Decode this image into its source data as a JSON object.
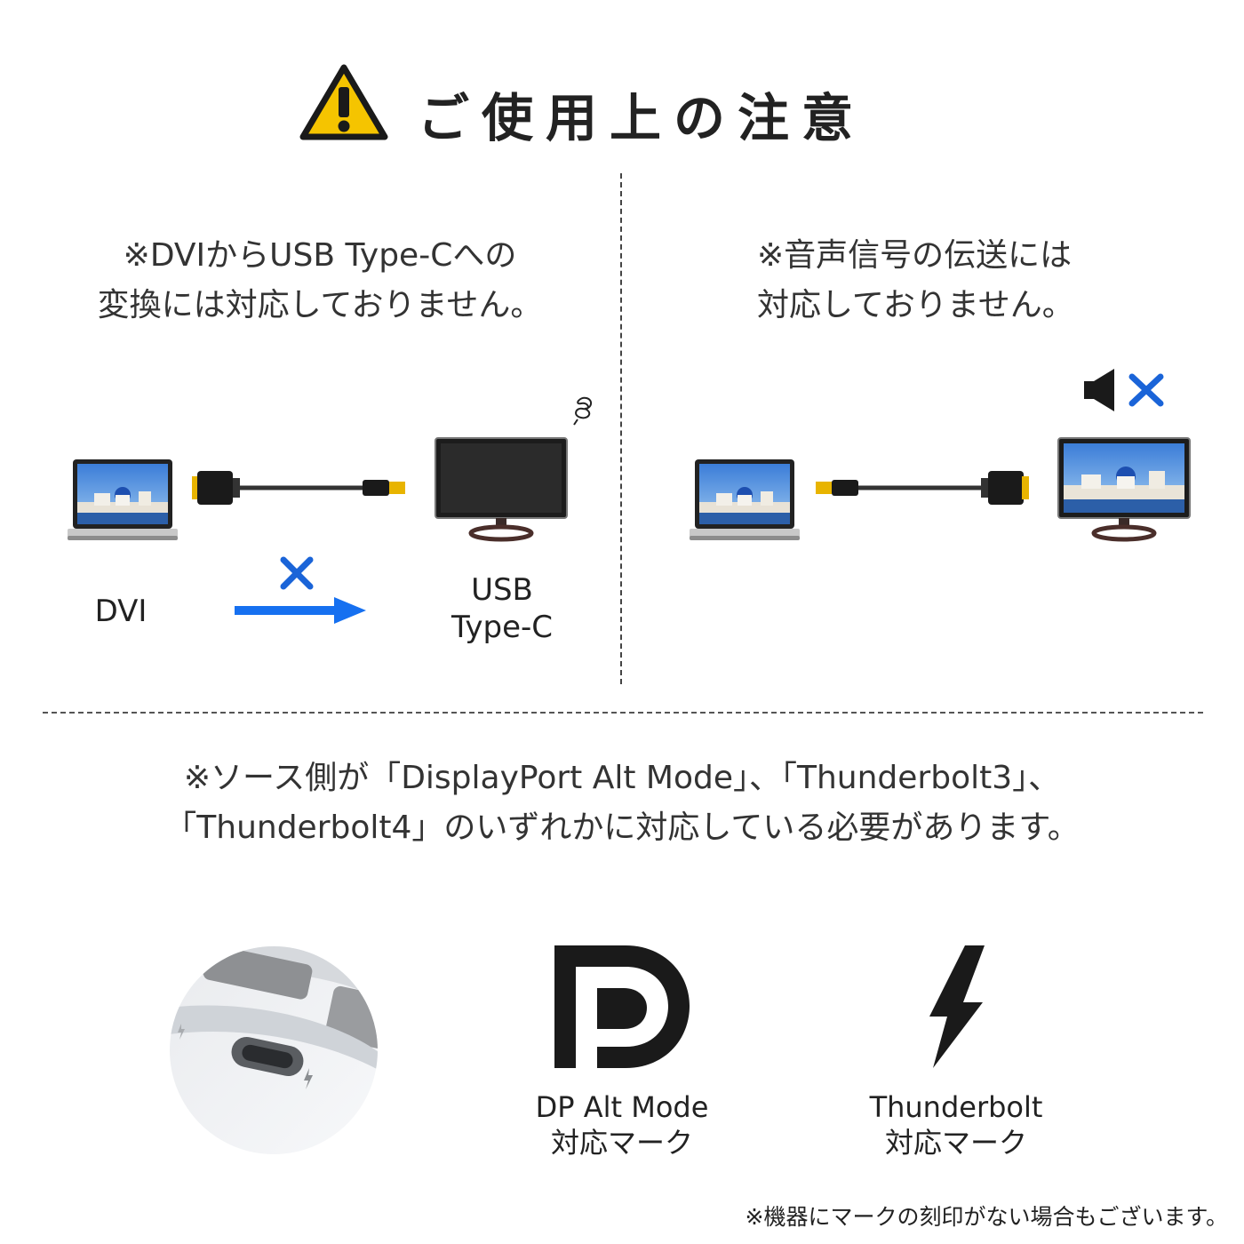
{
  "header": {
    "title": "ご使用上の注意"
  },
  "left_panel": {
    "note_line1": "※DVIからUSB Type-Cへの",
    "note_line2": "変換には対応しておりません。",
    "source_label": "DVI",
    "target_label_line1": "USB",
    "target_label_line2": "Type-C"
  },
  "right_panel": {
    "note_line1": "※音声信号の伝送には",
    "note_line2": "対応しておりません。"
  },
  "requirement": {
    "line1": "※ソース側が「DisplayPort Alt Mode」、「Thunderbolt3」、",
    "line2": "「Thunderbolt4」のいずれかに対応している必要があります。"
  },
  "marks": [
    {
      "line1": "DP Alt Mode",
      "line2": "対応マーク"
    },
    {
      "line1": "Thunderbolt",
      "line2": "対応マーク"
    }
  ],
  "footnote": "※機器にマークの刻印がない場合もございます。",
  "colors": {
    "warning_yellow": "#f5c400",
    "cross_blue": "#1a64d8",
    "arrow_blue": "#1670f0",
    "connector_gold": "#e8b400"
  },
  "icons": {
    "warning": "warning-triangle-icon",
    "speaker_muted": "speaker-muted-icon",
    "cross": "cross-icon",
    "dp_logo": "displayport-logo",
    "thunderbolt_logo": "thunderbolt-logo"
  }
}
